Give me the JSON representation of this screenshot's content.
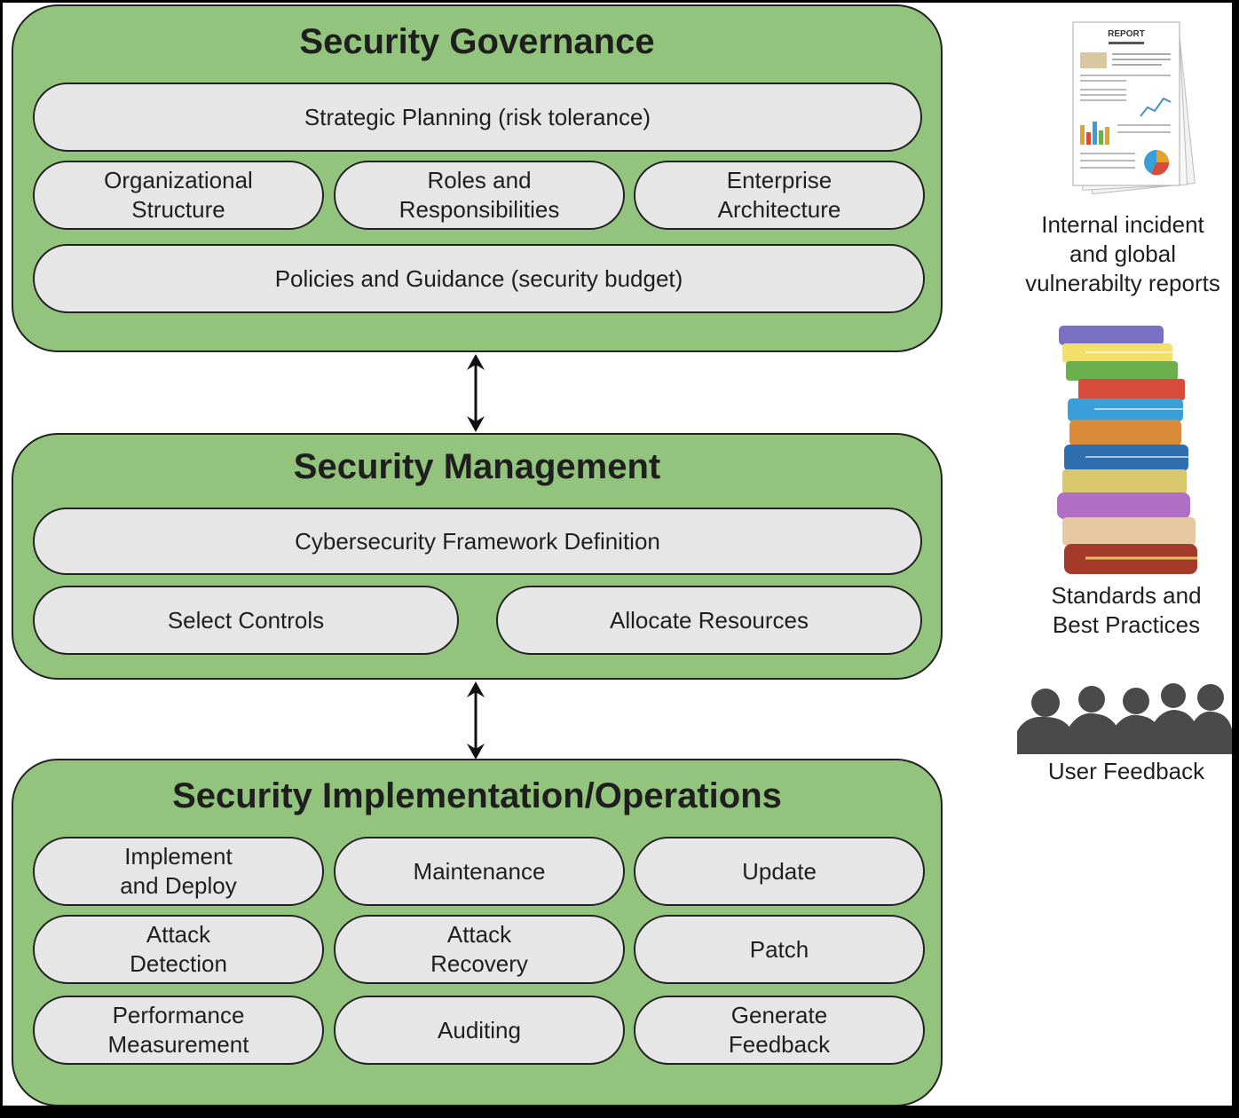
{
  "governance": {
    "title": "Security Governance",
    "strategic": "Strategic Planning (risk tolerance)",
    "org_line1": "Organizational",
    "org_line2": "Structure",
    "roles_line1": "Roles and",
    "roles_line2": "Responsibilities",
    "ea_line1": "Enterprise",
    "ea_line2": "Architecture",
    "policies": "Policies and Guidance (security budget)"
  },
  "management": {
    "title": "Security Management",
    "framework": "Cybersecurity Framework Definition",
    "select": "Select Controls",
    "allocate": "Allocate Resources"
  },
  "operations": {
    "title": "Security Implementation/Operations",
    "implement_line1": "Implement",
    "implement_line2": "and Deploy",
    "maintenance": "Maintenance",
    "update": "Update",
    "detection_line1": "Attack",
    "detection_line2": "Detection",
    "recovery_line1": "Attack",
    "recovery_line2": "Recovery",
    "patch": "Patch",
    "performance_line1": "Performance",
    "performance_line2": "Measurement",
    "auditing": "Auditing",
    "feedback_line1": "Generate",
    "feedback_line2": "Feedback"
  },
  "sidebar": {
    "report_header": "REPORT",
    "reports_line1": "Internal incident",
    "reports_line2": "and global",
    "reports_line3": "vulnerabilty reports",
    "standards_line1": "Standards and",
    "standards_line2": "Best Practices",
    "user_feedback": "User Feedback"
  },
  "colors": {
    "layer_fill": "#93c47d",
    "pill_fill": "#e6e6e6",
    "outline": "#222222"
  },
  "icons": [
    "report-document-icon",
    "book-stack-icon",
    "audience-silhouette-icon",
    "double-arrow-icon"
  ]
}
